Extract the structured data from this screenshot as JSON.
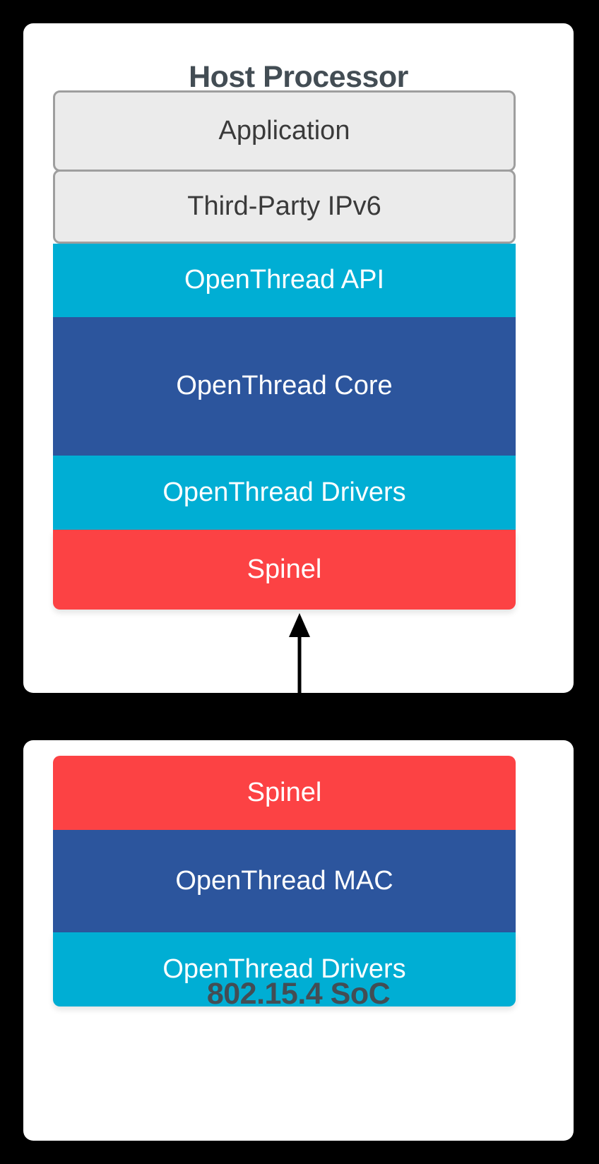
{
  "diagram": {
    "kind": "layered-architecture",
    "background_color": "#000000",
    "panel_color": "#ffffff",
    "caption_color": "#434d54",
    "palette": {
      "cyan": "#00aed4",
      "blue": "#2c559d",
      "red": "#fc4244",
      "neutral_fill": "#ebebeb",
      "neutral_border": "#9e9e9e",
      "neutral_text": "#3a3a3a",
      "layer_text": "#ffffff",
      "arrow": "#000000"
    }
  },
  "panels": [
    {
      "id": "host",
      "caption": "Host Processor",
      "caption_position": "top",
      "layers": [
        {
          "label": "Application",
          "style": "neutral"
        },
        {
          "label": "Third-Party IPv6",
          "style": "neutral"
        },
        {
          "label": "OpenThread API",
          "style": "cyan"
        },
        {
          "label": "OpenThread Core",
          "style": "blue"
        },
        {
          "label": "OpenThread Drivers",
          "style": "cyan"
        },
        {
          "label": "Spinel",
          "style": "red"
        }
      ]
    },
    {
      "id": "soc",
      "caption": "802.15.4 SoC",
      "caption_position": "bottom",
      "layers": [
        {
          "label": "Spinel",
          "style": "red"
        },
        {
          "label": "OpenThread MAC",
          "style": "blue"
        },
        {
          "label": "OpenThread Drivers",
          "style": "cyan"
        }
      ]
    }
  ],
  "connector": {
    "type": "double-headed-arrow",
    "orientation": "vertical",
    "from": "Spinel (Host Processor)",
    "to": "Spinel (802.15.4 SoC)",
    "label": ""
  }
}
